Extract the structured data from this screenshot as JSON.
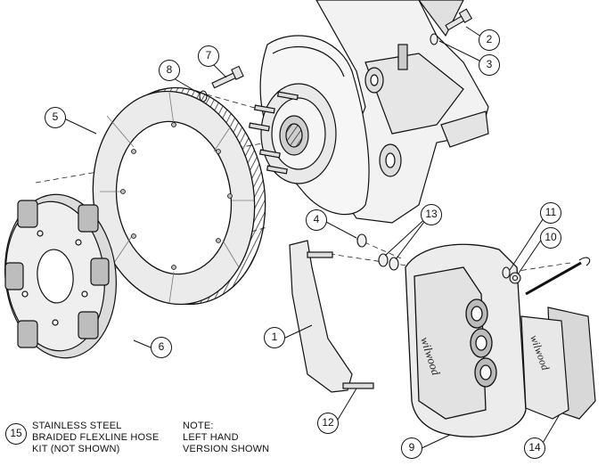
{
  "callouts": {
    "n1": "1",
    "n2": "2",
    "n3": "3",
    "n4": "4",
    "n5": "5",
    "n6": "6",
    "n7": "7",
    "n8": "8",
    "n9": "9",
    "n10": "10",
    "n11": "11",
    "n12": "12",
    "n13": "13",
    "n14": "14",
    "n15": "15"
  },
  "notes": {
    "kit_line1": "STAINLESS STEEL",
    "kit_line2": "BRAIDED FLEXLINE HOSE",
    "kit_line3": "KIT (NOT SHOWN)",
    "note_line1": "NOTE:",
    "note_line2": "LEFT HAND",
    "note_line3": "VERSION SHOWN"
  },
  "logo_text": "wilwood",
  "colors": {
    "line": "#111111",
    "fill": "#e8e8e8",
    "shade": "#bdbdbd",
    "dark": "#555555"
  }
}
